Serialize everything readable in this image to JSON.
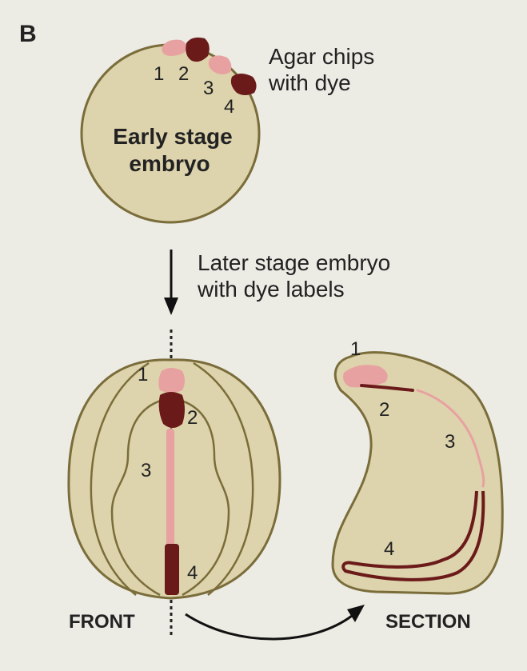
{
  "panel_label": "B",
  "top": {
    "embryo_label_line1": "Early stage",
    "embryo_label_line2": "embryo",
    "chips_label_line1": "Agar chips",
    "chips_label_line2": "with dye",
    "chip_numbers": [
      "1",
      "2",
      "3",
      "4"
    ]
  },
  "arrow_label_line1": "Later stage embryo",
  "arrow_label_line2": "with dye labels",
  "front": {
    "label": "FRONT",
    "numbers": [
      "1",
      "2",
      "3",
      "4"
    ]
  },
  "section": {
    "label": "SECTION",
    "numbers": [
      "1",
      "2",
      "3",
      "4"
    ]
  },
  "colors": {
    "background": "#ecebe4",
    "embryo_fill": "#ddd3ac",
    "outline": "#7a6d3a",
    "light_dye": "#e8a1a1",
    "dark_dye": "#6b1a1a"
  }
}
